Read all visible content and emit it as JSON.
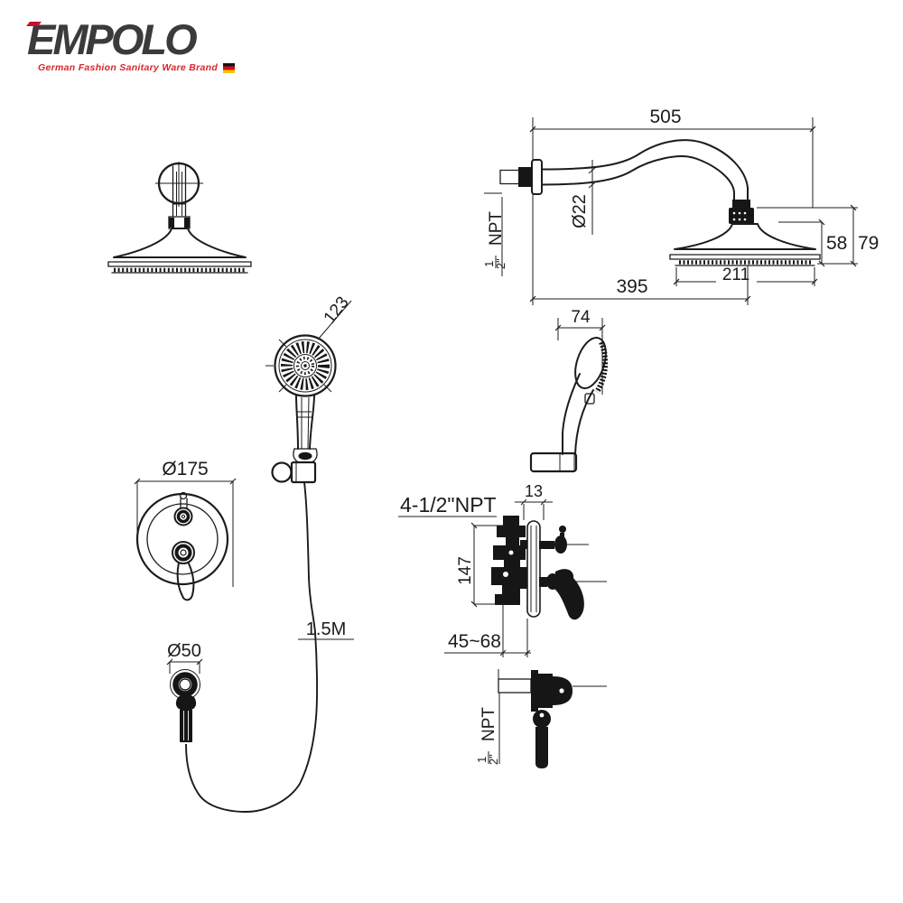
{
  "brand": {
    "name": "EMPOLO",
    "tagline": "German Fashion Sanitary Ware Brand",
    "logo_color": "#3b3b3d",
    "tagline_color": "#d6252c",
    "accent_color": "#c8102e",
    "flag_colors": [
      "#141414",
      "#d40f1c",
      "#f7c600"
    ]
  },
  "colors": {
    "line": "#1c1c1c",
    "background": "#ffffff"
  },
  "diagrams": {
    "shower_arm": {
      "overall_length": "505",
      "arm_diameter": "Ø22",
      "npt_num": "1",
      "npt_den": "2\"",
      "npt_suffix": "NPT",
      "head_cone_height": "58",
      "head_total_height": "79",
      "wall_to_head_center": "395",
      "head_diameter": "211"
    },
    "hand_shower_front": {
      "face_diameter": "123"
    },
    "hand_shower_side": {
      "head_width": "74"
    },
    "mixer_front": {
      "plate_diameter": "Ø175"
    },
    "mixer_side": {
      "inlet_thread": "4-1/2\"NPT",
      "plate_thickness": "13",
      "body_height": "147",
      "install_depth": "45~68"
    },
    "outlet": {
      "flange_diameter": "Ø50",
      "hose_length": "1.5M"
    },
    "supply_elbow": {
      "npt_num": "1",
      "npt_den": "2\"",
      "npt_suffix": "NPT"
    }
  }
}
